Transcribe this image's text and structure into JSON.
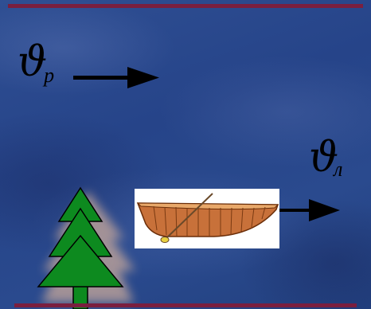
{
  "slide": {
    "river_speed": {
      "symbol": "ϑ",
      "subscript": "р",
      "icon": "right-arrow-icon"
    },
    "boat_speed": {
      "symbol": "ϑ",
      "subscript": "л",
      "icon": "right-arrow-icon"
    },
    "tree_icon": "fir-tree-icon",
    "boat_icon": "rowboat-icon"
  },
  "colors": {
    "background": "#2a4a8e",
    "rule": "#7a1f3f",
    "tree": "#0d8a1f",
    "boat": "#b8662a",
    "arrow": "#000000"
  }
}
